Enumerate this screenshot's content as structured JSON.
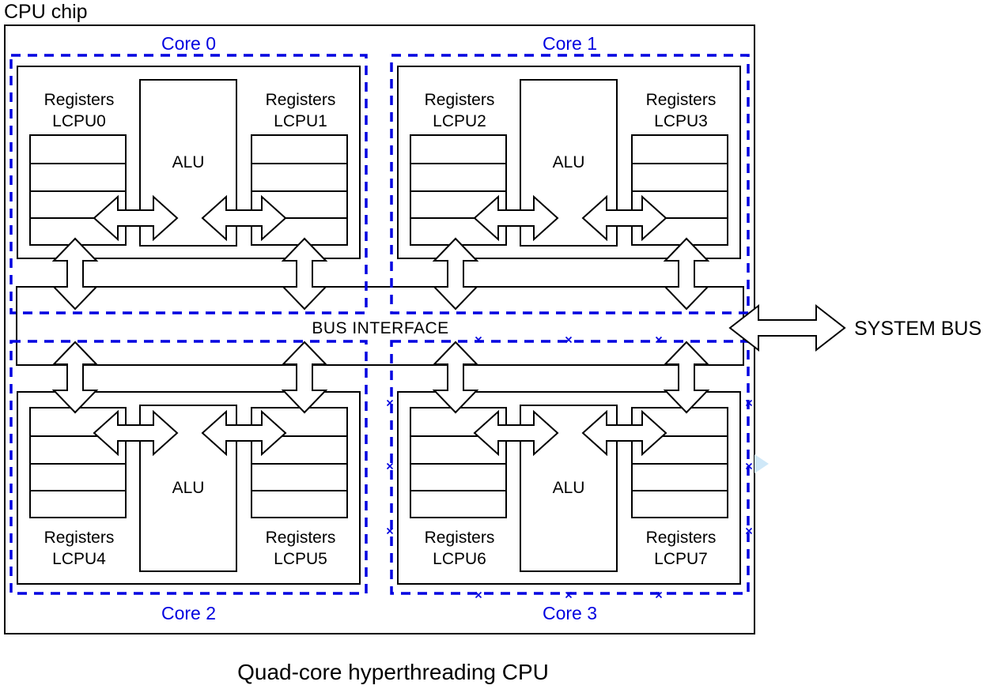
{
  "diagram": {
    "chip_label": "CPU chip",
    "caption": "Quad-core hyperthreading CPU",
    "bus_interface_label": "BUS INTERFACE",
    "system_bus_label": "SYSTEM BUS",
    "alu_label": "ALU",
    "registers_word": "Registers",
    "cores": [
      {
        "label": "Core 0",
        "left_lcpu": "LCPU0",
        "right_lcpu": "LCPU1"
      },
      {
        "label": "Core 1",
        "left_lcpu": "LCPU2",
        "right_lcpu": "LCPU3"
      },
      {
        "label": "Core 2",
        "left_lcpu": "LCPU4",
        "right_lcpu": "LCPU5"
      },
      {
        "label": "Core 3",
        "left_lcpu": "LCPU6",
        "right_lcpu": "LCPU7"
      }
    ],
    "colors": {
      "core_outline_blue": "#0000e0",
      "line_black": "#000000",
      "selection_artifact_blue": "#cfe8f8"
    }
  }
}
